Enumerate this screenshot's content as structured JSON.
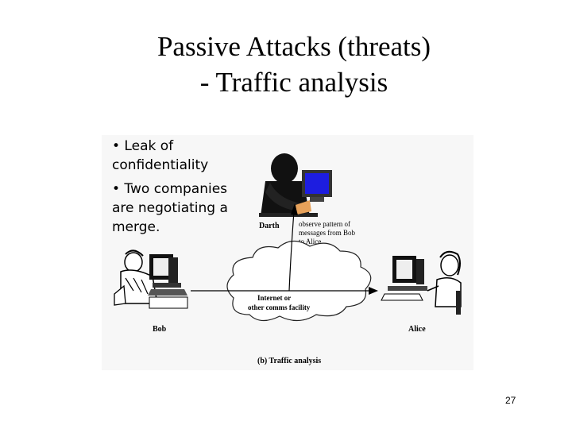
{
  "title": {
    "line1": "Passive Attacks (threats)",
    "line2": "- Traffic analysis"
  },
  "bullets": [
    {
      "line1": "• Leak of",
      "line2": "confidentiality",
      "line3": ""
    },
    {
      "line1": "• Two companies",
      "line2": "are negotiating a",
      "line3": "merge."
    }
  ],
  "diagram": {
    "darth_label": "Darth",
    "observe_line1": "observe pattern of",
    "observe_line2": "messages from Bob",
    "observe_line3": "to Alice",
    "cloud_line1": "Internet or",
    "cloud_line2": "other comms facility",
    "bob_label": "Bob",
    "alice_label": "Alice",
    "caption": "(b) Traffic analysis",
    "monitor_screen_color": "#1d1de0"
  },
  "page_number": "27"
}
